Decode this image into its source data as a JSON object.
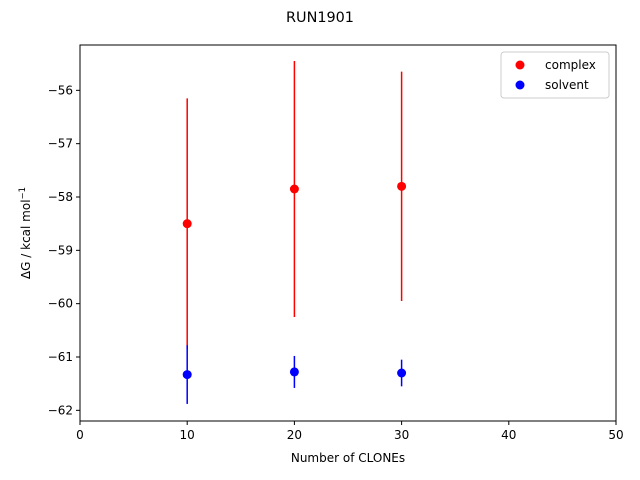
{
  "chart_data": {
    "type": "scatter",
    "title": "RUN1901",
    "xlabel": "Number of CLONEs",
    "ylabel": "ΔG / kcal mol",
    "ylabel_superscript": "−1",
    "xlim": [
      0,
      50
    ],
    "ylim": [
      -62.2,
      -55.15
    ],
    "xticks": [
      0,
      10,
      20,
      30,
      40,
      50
    ],
    "yticks": [
      -62,
      -61,
      -60,
      -59,
      -58,
      -57,
      -56
    ],
    "xtick_labels": [
      "0",
      "10",
      "20",
      "30",
      "40",
      "50"
    ],
    "ytick_labels": [
      "−62",
      "−61",
      "−60",
      "−59",
      "−58",
      "−57",
      "−56"
    ],
    "grid": false,
    "legend_position": "top-right",
    "series": [
      {
        "name": "complex",
        "color": "#ff0000",
        "x": [
          10,
          20,
          30
        ],
        "y": [
          -58.5,
          -57.85,
          -57.8
        ],
        "err": [
          2.35,
          2.4,
          2.15
        ]
      },
      {
        "name": "solvent",
        "color": "#0000ff",
        "x": [
          10,
          20,
          30
        ],
        "y": [
          -61.33,
          -61.28,
          -61.3
        ],
        "err": [
          0.55,
          0.3,
          0.25
        ]
      }
    ]
  }
}
